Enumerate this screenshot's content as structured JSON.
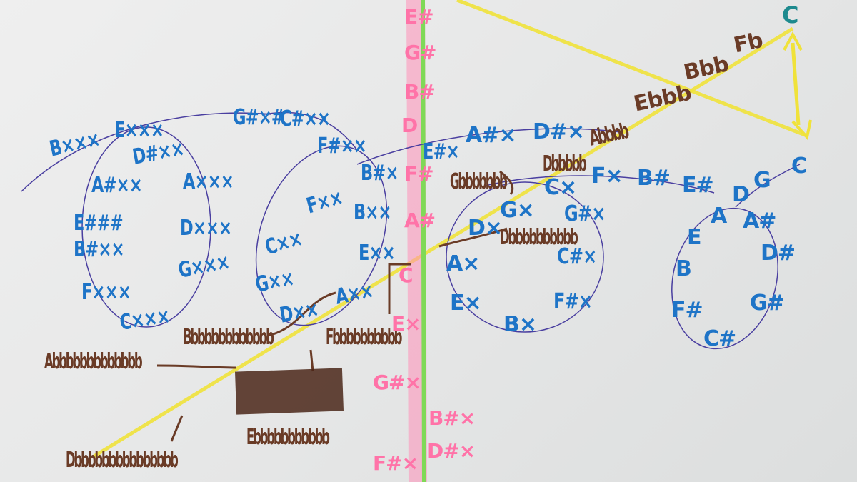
{
  "labels": {
    "blue": [
      "B×××",
      "E×××",
      "A#××",
      "D#××",
      "E###",
      "B#××",
      "F×××",
      "C×××",
      "G#×#",
      "C#××",
      "F#××",
      "A×××",
      "D×××",
      "G×××",
      "F××",
      "C××",
      "G××",
      "D××",
      "A××",
      "E××",
      "B××",
      "B#×",
      "E#×",
      "A#×",
      "D#×",
      "F×",
      "C×",
      "G×",
      "D×",
      "A×",
      "E×",
      "B×",
      "F#×",
      "C#×",
      "G#×",
      "B#",
      "E#",
      "A#",
      "D#",
      "G#",
      "C#",
      "F#",
      "B",
      "E",
      "A",
      "D",
      "G",
      "C"
    ],
    "brown": [
      "Abbbbbbbbbbbbb",
      "Bbbbbbbbbbbbb",
      "Fbbbbbbbbbb",
      "Ebbbbbbbbbbb",
      "Dbbbbbbbbbbbbbbb",
      "Gbbbbbbb",
      "Dbbbbbbbbbb",
      "Dbbbbb",
      "Abbbb",
      "Ebbb",
      "Bbb",
      "Fb"
    ],
    "pink": [
      "E#",
      "G#",
      "B#",
      "D",
      "F#",
      "A#",
      "C",
      "E×",
      "G#×",
      "B#×",
      "D#×",
      "F#×"
    ],
    "teal": [
      "C"
    ]
  }
}
